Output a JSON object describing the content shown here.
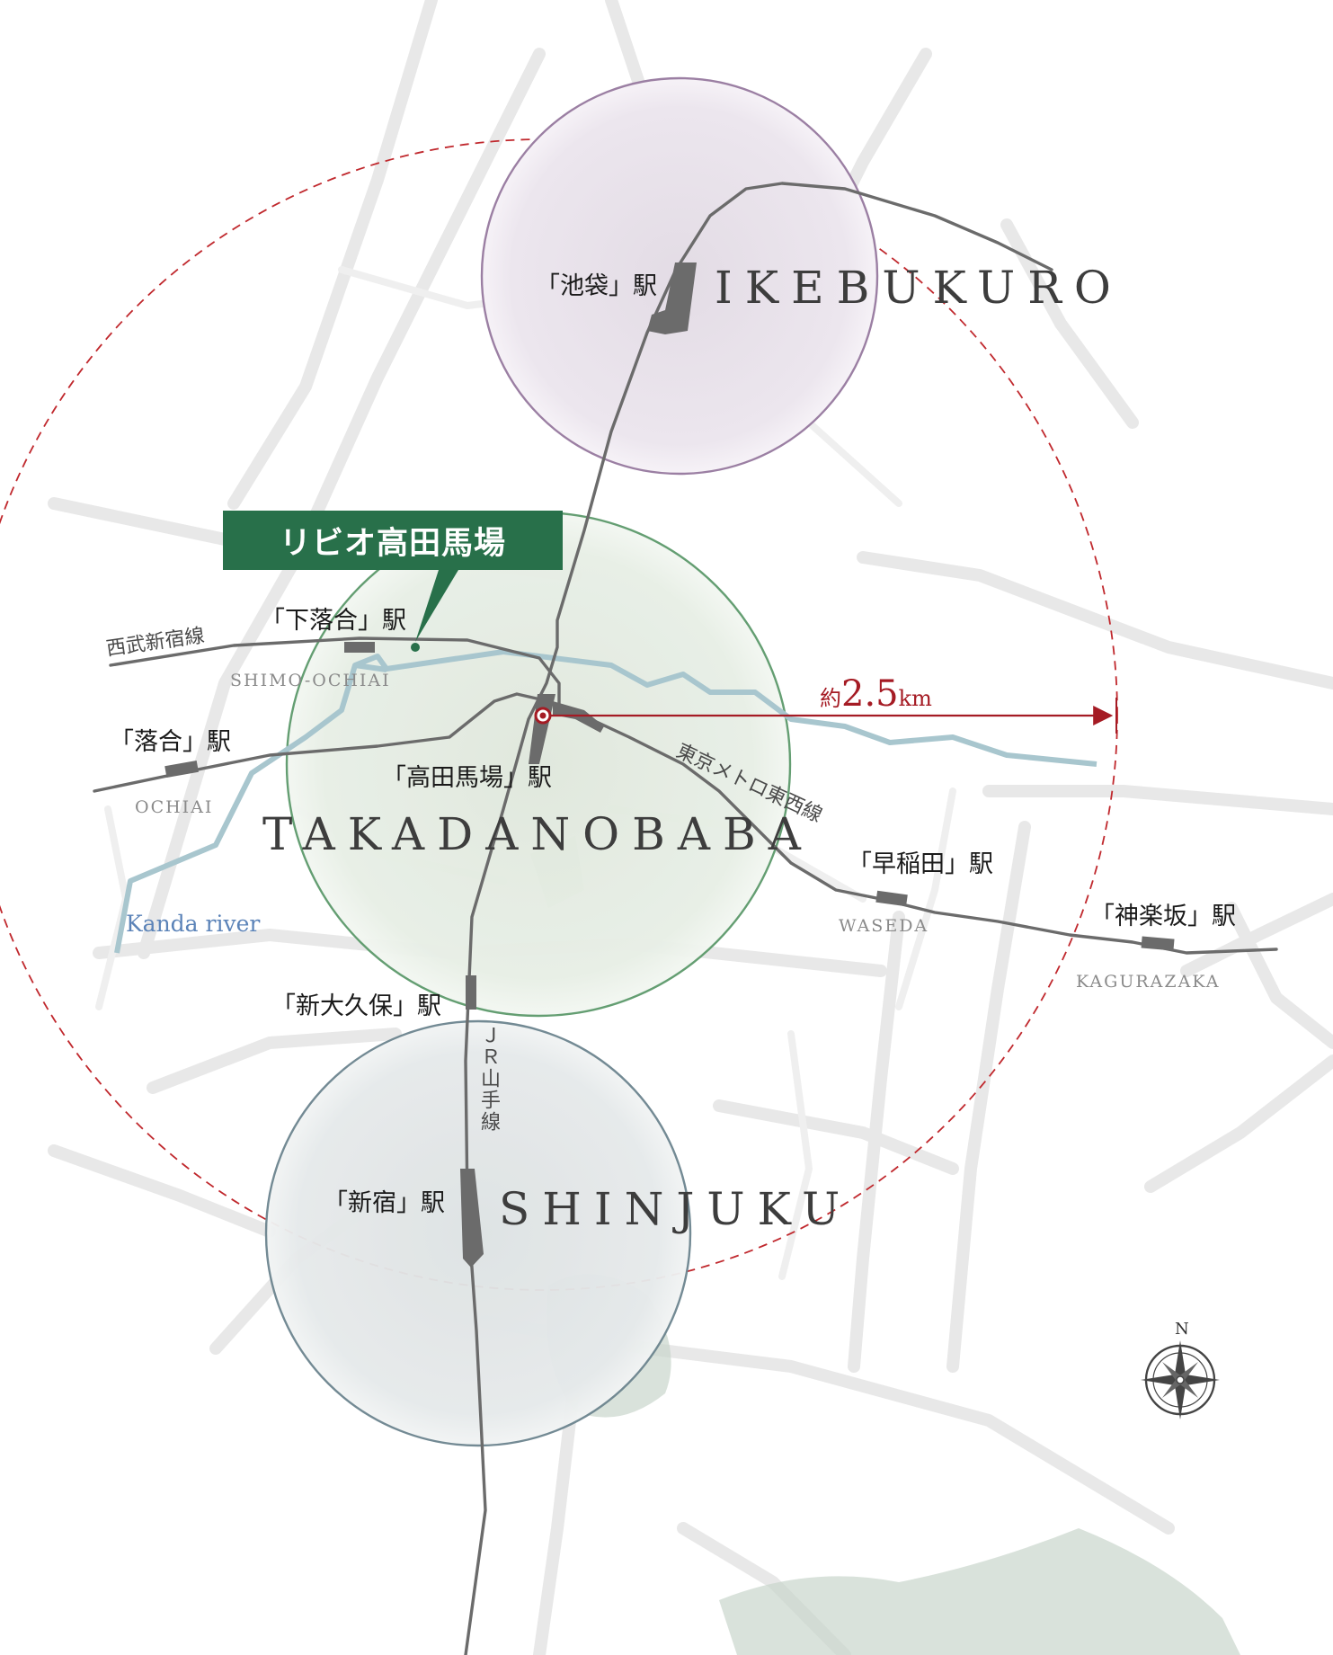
{
  "property": {
    "name": "リビオ高田馬場"
  },
  "areas": {
    "ikebukuro": "IKEBUKURO",
    "takadanobaba": "TAKADANOBABA",
    "shinjuku": "SHINJUKU"
  },
  "stations": {
    "ikebukuro": "「池袋」駅",
    "shimo_ochiai": "「下落合」駅",
    "shimo_ochiai_en": "SHIMO-OCHIAI",
    "ochiai": "「落合」駅",
    "ochiai_en": "OCHIAI",
    "takadanobaba": "「高田馬場」駅",
    "waseda": "「早稲田」駅",
    "waseda_en": "WASEDA",
    "kagurazaka": "「神楽坂」駅",
    "kagurazaka_en": "KAGURAZAKA",
    "shin_okubo": "「新大久保」駅",
    "shinjuku": "「新宿」駅"
  },
  "lines": {
    "seibu_shinjuku": "西武新宿線",
    "tozai": "東京メトロ東西線",
    "yamanote": "ＪＲ山手線"
  },
  "river": "Kanda river",
  "distance": {
    "prefix": "約",
    "value": "2.5",
    "unit": "km"
  },
  "compass": {
    "label": "N"
  },
  "colors": {
    "ikebukuro_circle": "#9b7fa3",
    "takadanobaba_circle": "#5e9b6d",
    "shinjuku_circle": "#6e8690",
    "radius_ring": "#c0282d",
    "property_green": "#28704a",
    "rail": "#6b6b6b",
    "river": "#9fc2cc"
  }
}
